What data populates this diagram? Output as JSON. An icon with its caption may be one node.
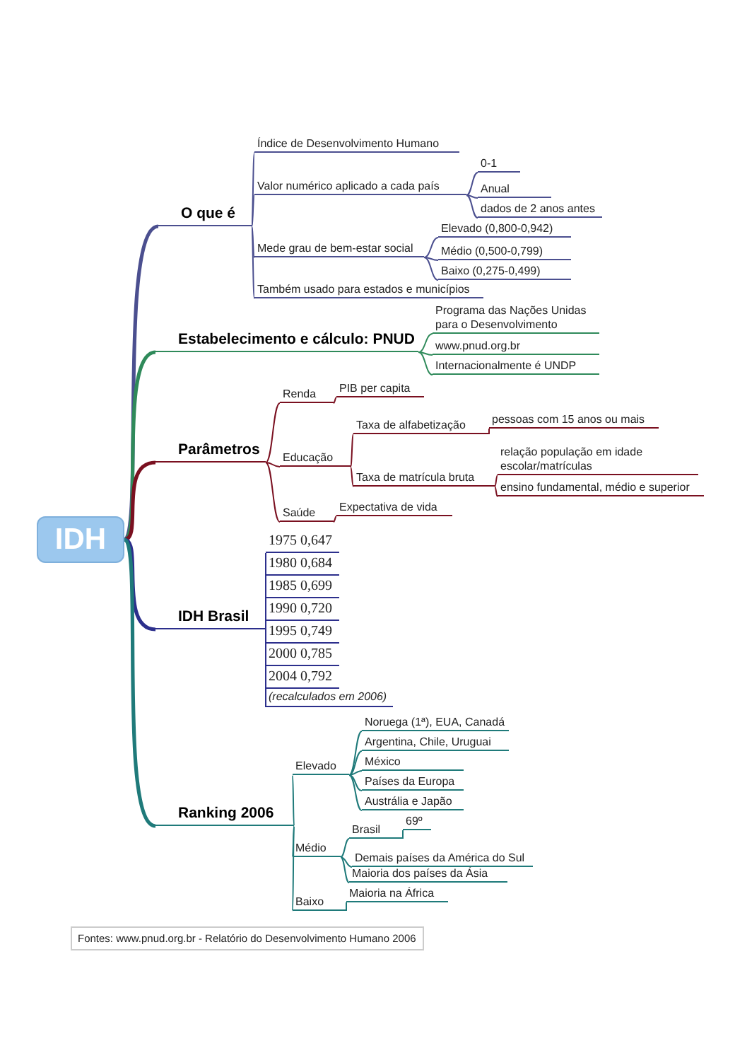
{
  "diagram": {
    "nodes": [
      {
        "text": [
          "IDH"
        ]
      },
      {
        "text": [
          "O que é"
        ]
      },
      {
        "text": [
          "Índice de Desenvolvimento Humano"
        ]
      },
      {
        "text": [
          "Valor numérico aplicado a cada país"
        ]
      },
      {
        "text": [
          "0-1"
        ]
      },
      {
        "text": [
          "Anual"
        ]
      },
      {
        "text": [
          "dados de 2 anos antes"
        ]
      },
      {
        "text": [
          "Mede grau de bem-estar social"
        ]
      },
      {
        "text": [
          "Elevado (0,800-0,942)"
        ]
      },
      {
        "text": [
          "Médio (0,500-0,799)"
        ]
      },
      {
        "text": [
          "Baixo (0,275-0,499)"
        ]
      },
      {
        "text": [
          "Também usado para estados e municípios"
        ]
      },
      {
        "text": [
          "Estabelecimento e cálculo: PNUD"
        ]
      },
      {
        "text": [
          "Programa das Nações Unidas para o Desenvolvimento"
        ]
      },
      {
        "text": [
          "www.pnud.org.br"
        ]
      },
      {
        "text": [
          "Internacionalmente é UNDP"
        ]
      },
      {
        "text": [
          "Parâmetros"
        ]
      },
      {
        "text": [
          "Renda"
        ]
      },
      {
        "text": [
          "PIB per capita"
        ]
      },
      {
        "text": [
          "Educação"
        ]
      },
      {
        "text": [
          "Taxa de alfabetização"
        ]
      },
      {
        "text": [
          "pessoas com 15 anos ou mais"
        ]
      },
      {
        "text": [
          "Taxa de matrícula bruta"
        ]
      },
      {
        "text": [
          "relação população em idade escolar/matrículas"
        ]
      },
      {
        "text": [
          "ensino fundamental, médio e superior"
        ]
      },
      {
        "text": [
          "Saúde"
        ]
      },
      {
        "text": [
          "Expectativa de vida"
        ]
      },
      {
        "text": [
          "IDH Brasil"
        ]
      },
      {
        "text": [
          "1975 0,647"
        ]
      },
      {
        "text": [
          "1980 0,684"
        ]
      },
      {
        "text": [
          "1985 0,699"
        ]
      },
      {
        "text": [
          "1990 0,720"
        ]
      },
      {
        "text": [
          "1995 0,749"
        ]
      },
      {
        "text": [
          "2000 0,785"
        ]
      },
      {
        "text": [
          "2004 0,792"
        ]
      },
      {
        "text": [
          "(recalculados em 2006)"
        ]
      },
      {
        "text": [
          "Ranking 2006"
        ]
      },
      {
        "text": [
          "Elevado"
        ]
      },
      {
        "text": [
          "Noruega (1ª), EUA, Canadá"
        ]
      },
      {
        "text": [
          "Argentina, Chile, Uruguai"
        ]
      },
      {
        "text": [
          "México"
        ]
      },
      {
        "text": [
          "Países da Europa"
        ]
      },
      {
        "text": [
          "Austrália e Japão"
        ]
      },
      {
        "text": [
          "Médio"
        ]
      },
      {
        "text": [
          "Brasil"
        ]
      },
      {
        "text": [
          "69º"
        ]
      },
      {
        "text": [
          "Demais países da América do Sul"
        ]
      },
      {
        "text": [
          "Maioria dos países da Ásia"
        ]
      },
      {
        "text": [
          "Baixo"
        ]
      },
      {
        "text": [
          "Maioria na África"
        ]
      },
      {
        "text": [
          "Fontes: www.pnud.org.br - Relatório do Desenvolvimento Humano 2006"
        ]
      }
    ],
    "edges": [
      {
        "from": 0,
        "to": 1,
        "arrow": "none",
        "style": "thick",
        "color": "#4b4f8f"
      },
      {
        "from": 1,
        "to": 2,
        "arrow": "none",
        "color": "#4b4f8f"
      },
      {
        "from": 1,
        "to": 3,
        "arrow": "none",
        "color": "#4b4f8f"
      },
      {
        "from": 3,
        "to": 4,
        "arrow": "none",
        "color": "#4b4f8f"
      },
      {
        "from": 3,
        "to": 5,
        "arrow": "none",
        "color": "#4b4f8f"
      },
      {
        "from": 3,
        "to": 6,
        "arrow": "none",
        "color": "#4b4f8f"
      },
      {
        "from": 1,
        "to": 7,
        "arrow": "none",
        "color": "#4b4f8f"
      },
      {
        "from": 7,
        "to": 8,
        "arrow": "none",
        "color": "#4b4f8f"
      },
      {
        "from": 7,
        "to": 9,
        "arrow": "none",
        "color": "#4b4f8f"
      },
      {
        "from": 7,
        "to": 10,
        "arrow": "none",
        "color": "#4b4f8f"
      },
      {
        "from": 1,
        "to": 11,
        "arrow": "none",
        "color": "#4b4f8f"
      },
      {
        "from": 0,
        "to": 12,
        "arrow": "none",
        "style": "thick",
        "color": "#2f8a5a"
      },
      {
        "from": 12,
        "to": 13,
        "arrow": "none",
        "color": "#2f8a5a"
      },
      {
        "from": 12,
        "to": 14,
        "arrow": "none",
        "color": "#2f8a5a"
      },
      {
        "from": 12,
        "to": 15,
        "arrow": "none",
        "color": "#2f8a5a"
      },
      {
        "from": 0,
        "to": 16,
        "arrow": "none",
        "style": "thick",
        "color": "#7a1020"
      },
      {
        "from": 16,
        "to": 17,
        "arrow": "none",
        "color": "#7a1020"
      },
      {
        "from": 17,
        "to": 18,
        "arrow": "none",
        "color": "#7a1020"
      },
      {
        "from": 16,
        "to": 19,
        "arrow": "none",
        "color": "#7a1020"
      },
      {
        "from": 19,
        "to": 20,
        "arrow": "none",
        "color": "#7a1020"
      },
      {
        "from": 20,
        "to": 21,
        "arrow": "none",
        "color": "#7a1020"
      },
      {
        "from": 19,
        "to": 22,
        "arrow": "none",
        "color": "#7a1020"
      },
      {
        "from": 22,
        "to": 23,
        "arrow": "none",
        "color": "#7a1020"
      },
      {
        "from": 22,
        "to": 24,
        "arrow": "none",
        "color": "#7a1020"
      },
      {
        "from": 16,
        "to": 25,
        "arrow": "none",
        "color": "#7a1020"
      },
      {
        "from": 25,
        "to": 26,
        "arrow": "none",
        "color": "#7a1020"
      },
      {
        "from": 0,
        "to": 27,
        "arrow": "none",
        "style": "thick",
        "color": "#2c2f8c"
      },
      {
        "from": 27,
        "to": 28,
        "arrow": "none",
        "color": "#2c2f8c"
      },
      {
        "from": 27,
        "to": 29,
        "arrow": "none",
        "color": "#2c2f8c"
      },
      {
        "from": 27,
        "to": 30,
        "arrow": "none",
        "color": "#2c2f8c"
      },
      {
        "from": 27,
        "to": 31,
        "arrow": "none",
        "color": "#2c2f8c"
      },
      {
        "from": 27,
        "to": 32,
        "arrow": "none",
        "color": "#2c2f8c"
      },
      {
        "from": 27,
        "to": 33,
        "arrow": "none",
        "color": "#2c2f8c"
      },
      {
        "from": 27,
        "to": 34,
        "arrow": "none",
        "color": "#2c2f8c"
      },
      {
        "from": 27,
        "to": 35,
        "arrow": "none",
        "color": "#2c2f8c"
      },
      {
        "from": 0,
        "to": 36,
        "arrow": "none",
        "style": "thick"
      },
      {
        "from": 36,
        "to": 37,
        "arrow": "none"
      },
      {
        "from": 37,
        "to": 38,
        "arrow": "none"
      },
      {
        "from": 37,
        "to": 39,
        "arrow": "none"
      },
      {
        "from": 37,
        "to": 40,
        "arrow": "none"
      },
      {
        "from": 37,
        "to": 41,
        "arrow": "none"
      },
      {
        "from": 37,
        "to": 42,
        "arrow": "none"
      },
      {
        "from": 36,
        "to": 43,
        "arrow": "none"
      },
      {
        "from": 43,
        "to": 44,
        "arrow": "none"
      },
      {
        "from": 44,
        "to": 45,
        "arrow": "none"
      },
      {
        "from": 43,
        "to": 46,
        "arrow": "none"
      },
      {
        "from": 43,
        "to": 47,
        "arrow": "none"
      },
      {
        "from": 36,
        "to": 48,
        "arrow": "none"
      },
      {
        "from": 48,
        "to": 49,
        "arrow": "none"
      }
    ]
  }
}
